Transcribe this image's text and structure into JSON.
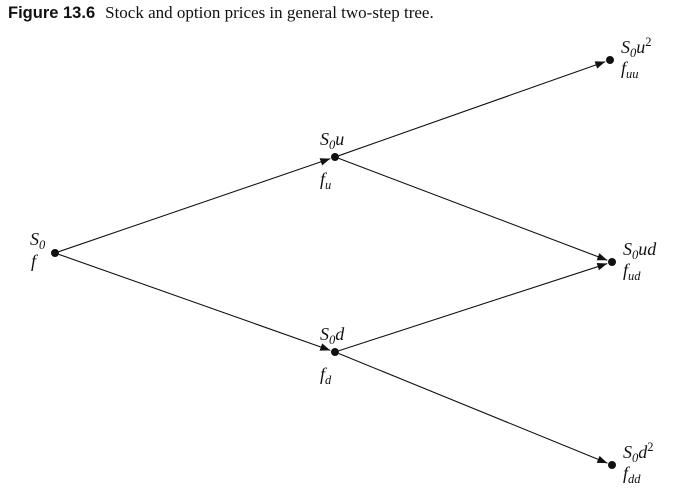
{
  "caption": {
    "figure_label": "Figure 13.6",
    "title": "Stock and option prices in general two-step tree."
  },
  "nodes": [
    {
      "id": "n0",
      "stock": {
        "base": "S",
        "sub": "0",
        "tail": "",
        "sup": ""
      },
      "option": {
        "base": "f",
        "sub": ""
      }
    },
    {
      "id": "nu",
      "stock": {
        "base": "S",
        "sub": "0",
        "tail": "u",
        "sup": ""
      },
      "option": {
        "base": "f",
        "sub": "u"
      }
    },
    {
      "id": "nd",
      "stock": {
        "base": "S",
        "sub": "0",
        "tail": "d",
        "sup": ""
      },
      "option": {
        "base": "f",
        "sub": "d"
      }
    },
    {
      "id": "nuu",
      "stock": {
        "base": "S",
        "sub": "0",
        "tail": "u",
        "sup": "2"
      },
      "option": {
        "base": "f",
        "sub": "uu"
      }
    },
    {
      "id": "nud",
      "stock": {
        "base": "S",
        "sub": "0",
        "tail": "ud",
        "sup": ""
      },
      "option": {
        "base": "f",
        "sub": "ud"
      }
    },
    {
      "id": "ndd",
      "stock": {
        "base": "S",
        "sub": "0",
        "tail": "d",
        "sup": "2"
      },
      "option": {
        "base": "f",
        "sub": "dd"
      }
    }
  ],
  "edges": [
    {
      "from": "n0",
      "to": "nu"
    },
    {
      "from": "n0",
      "to": "nd"
    },
    {
      "from": "nu",
      "to": "nuu"
    },
    {
      "from": "nu",
      "to": "nud"
    },
    {
      "from": "nd",
      "to": "nud"
    },
    {
      "from": "nd",
      "to": "ndd"
    }
  ],
  "colors": {
    "ink": "#111111",
    "background": "#ffffff"
  }
}
